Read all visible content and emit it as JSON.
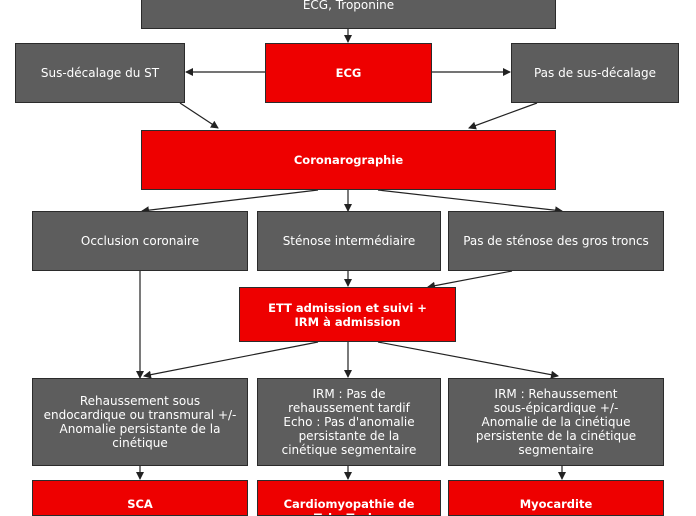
{
  "nodes": {
    "ecg_troponine": {
      "label": "ECG, Troponine",
      "fill": "#5d5d5d"
    },
    "ecg": {
      "label": "ECG",
      "fill": "#ee0000"
    },
    "sus_decalage": {
      "label": "Sus-décalage du ST",
      "fill": "#5d5d5d"
    },
    "pas_sus_decalage": {
      "label": "Pas de sus-décalage",
      "fill": "#5d5d5d"
    },
    "coronarographie": {
      "label": "Coronarographie",
      "fill": "#ee0000"
    },
    "occlusion": {
      "label": "Occlusion coronaire",
      "fill": "#5d5d5d"
    },
    "stenose_intermediaire": {
      "label": "Sténose intermédiaire",
      "fill": "#5d5d5d"
    },
    "pas_stenose": {
      "label": "Pas de sténose des gros troncs",
      "fill": "#5d5d5d"
    },
    "ett_irm": {
      "label": "ETT admission et suivi +\nIRM à admission",
      "fill": "#ee0000"
    },
    "rehaussement_sous_endo": {
      "label": "Rehaussement sous\nendocardique ou transmural +/-\nAnomalie persistante de la\ncinétique",
      "fill": "#5d5d5d"
    },
    "irm_pas_rehaussement": {
      "label": "IRM : Pas de\nrehaussement tardif\nEcho : Pas d'anomalie\npersistante de la\ncinétique segmentaire",
      "fill": "#5d5d5d"
    },
    "irm_rehaussement_sous_epi": {
      "label": "IRM : Rehaussement\nsous-épicardique +/-\nAnomalie de la cinétique\npersistente de la cinétique\nsegmentaire",
      "fill": "#5d5d5d"
    },
    "sca": {
      "label": "SCA",
      "fill": "#ee0000"
    },
    "cardiomyopathie": {
      "label": "Cardiomyopathie de\nTako-Tsubo",
      "fill": "#ee0000"
    },
    "myocardite": {
      "label": "Myocardite",
      "fill": "#ee0000"
    }
  },
  "edge_color": "#222222"
}
